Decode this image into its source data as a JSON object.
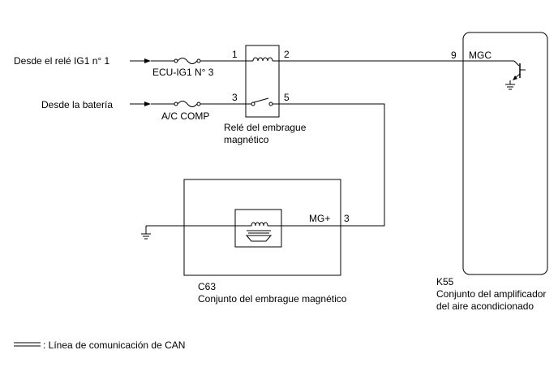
{
  "sources": {
    "relay_ig1": "Desde el relé IG1 n° 1",
    "battery": "Desde la batería"
  },
  "fuses": {
    "ecu_ig1": "ECU-IG1 N° 3",
    "ac_comp": "A/C COMP"
  },
  "relay": {
    "pin1": "1",
    "pin2": "2",
    "pin3": "3",
    "pin5": "5",
    "label_line1": "Relé del embrague",
    "label_line2": "magnético"
  },
  "clutch": {
    "terminal_name": "MG+",
    "terminal_pin": "3",
    "code": "C63",
    "name": "Conjunto del embrague magnético"
  },
  "amplifier": {
    "pin": "9",
    "terminal_name": "MGC",
    "code": "K55",
    "name_line1": "Conjunto del amplificador",
    "name_line2": "del aire acondicionado"
  },
  "legend": {
    "can_line": ": Línea de comunicación de CAN"
  }
}
